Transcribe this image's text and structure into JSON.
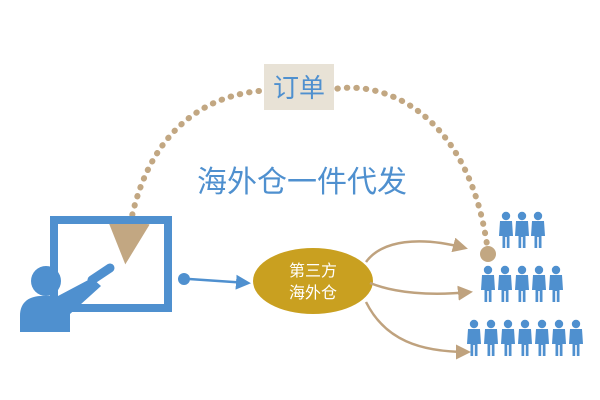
{
  "order_label": "订单",
  "title": "海外仓一件代发",
  "warehouse": {
    "line1": "第三方",
    "line2": "海外仓"
  },
  "colors": {
    "blue": "#4f90cf",
    "tan": "#c2a782",
    "gold": "#c9a020",
    "arrow": "#bfa27e"
  },
  "icons": {
    "seller": "presenter-at-board-icon",
    "customers": "people-crowd-icon"
  }
}
